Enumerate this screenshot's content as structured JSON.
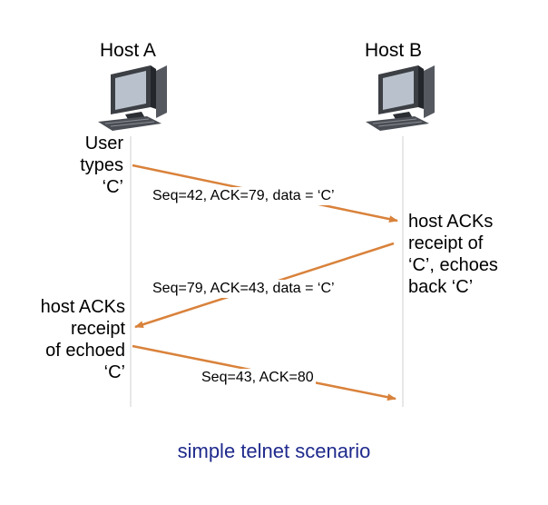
{
  "hosts": {
    "a": "Host A",
    "b": "Host B"
  },
  "notes": {
    "user_types": [
      "User",
      "types",
      "‘C’"
    ],
    "b_ack": [
      "host ACKs",
      "receipt of",
      "‘C’, echoes",
      "back ‘C’"
    ],
    "a_ack": [
      "host ACKs",
      "receipt",
      "of echoed",
      "‘C’"
    ]
  },
  "messages": {
    "m1": "Seq=42, ACK=79, data = ‘C’",
    "m2": "Seq=79, ACK=43, data = ‘C’",
    "m3": "Seq=43, ACK=80"
  },
  "caption": "simple telnet scenario",
  "colors": {
    "arrow": "#d9823b",
    "timeline": "#d0d0d0",
    "caption": "#1f2a8c"
  }
}
